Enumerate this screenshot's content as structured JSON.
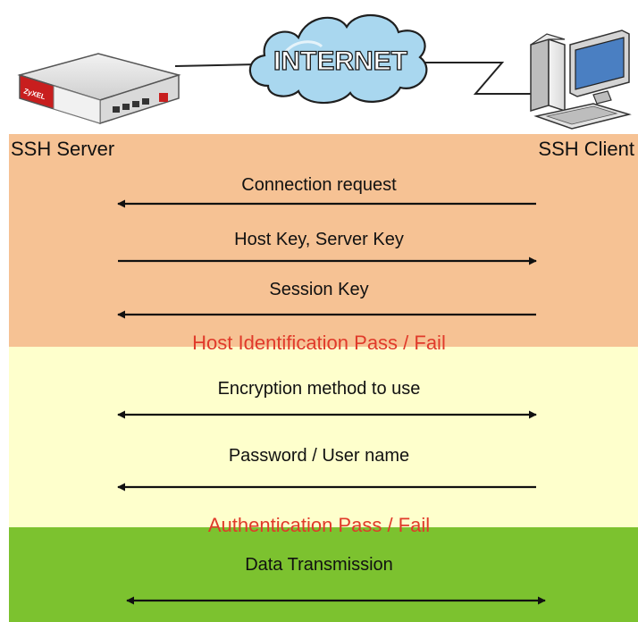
{
  "header": {
    "internet_label": "INTERNET",
    "router_brand": "ZyXEL"
  },
  "parties": {
    "server": "SSH Server",
    "client": "SSH Client"
  },
  "messages": [
    {
      "label": "Connection request",
      "direction": "client-to-server"
    },
    {
      "label": "Host Key, Server Key",
      "direction": "server-to-client"
    },
    {
      "label": "Session Key",
      "direction": "client-to-server"
    },
    {
      "label": "Encryption method to use",
      "direction": "both"
    },
    {
      "label": "Password / User name",
      "direction": "client-to-server"
    },
    {
      "label": "Data Transmission",
      "direction": "both"
    }
  ],
  "phases": [
    {
      "label": "Host Identification Pass / Fail"
    },
    {
      "label": "Authentication Pass / Fail"
    }
  ],
  "colors": {
    "zone_1": "#f6c294",
    "zone_2": "#feffcc",
    "zone_3": "#7cc22f",
    "phase_text": "#e03a2a",
    "cloud_fill": "#a9d7ef",
    "router_red": "#c81e1e"
  }
}
